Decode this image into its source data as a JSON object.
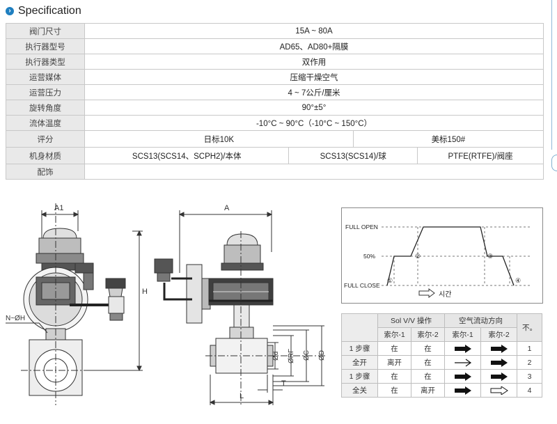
{
  "heading": {
    "title": "Specification",
    "bullet_icon": "chevron-right-icon",
    "accent": "#1f7fc0"
  },
  "spec": {
    "rows": [
      {
        "label": "阀门尺寸",
        "value": "15A ~ 80A"
      },
      {
        "label": "执行器型号",
        "value": "AD65、AD80+隔膜"
      },
      {
        "label": "执行器类型",
        "value": "双作用"
      },
      {
        "label": "运营媒体",
        "value": "压缩干燥空气"
      },
      {
        "label": "运营压力",
        "value": "4 ~ 7公斤/厘米"
      },
      {
        "label": "旋转角度",
        "value": "90°±5°"
      },
      {
        "label": "流体温度",
        "value": "-10°C ~ 90°C（-10°C ~ 150°C）"
      }
    ],
    "rating": {
      "label": "评分",
      "values": [
        "日标10K",
        "美标150#"
      ]
    },
    "material": {
      "label": "机身材质",
      "values": [
        "SCS13(SCS14、SCPH2)/本体",
        "SCS13(SCS14)/球",
        "PTFE(RTFE)/阀座"
      ]
    },
    "accessory": {
      "label": "配饰",
      "value": ""
    }
  },
  "drawing": {
    "labels": {
      "a1": "A1",
      "a": "A",
      "h": "H",
      "n_phi_h": "N~ØH",
      "phi_d": "Ød",
      "phi_rf": "ØRF",
      "phi_c": "ØC",
      "phi_D": "ØD",
      "t": "T",
      "l": "L"
    }
  },
  "timing": {
    "full_open": "FULL OPEN",
    "pct50": "50%",
    "full_close": "FULL CLOSE",
    "time_label": "시간",
    "markers": [
      "①",
      "②",
      "③",
      "④"
    ]
  },
  "ops": {
    "head": {
      "sol": "Sol V/V 操作",
      "air": "空气流动方向",
      "no": "不。"
    },
    "sub": [
      "索尔-1",
      "索尔-2",
      "索尔-1",
      "索尔-2"
    ],
    "rows": [
      {
        "step": "1 步骤",
        "sol1": "在",
        "sol2": "在",
        "air1": "solid-arrow-icon",
        "air2": "solid-arrow-icon",
        "no": "1"
      },
      {
        "step": "全开",
        "sol1": "离开",
        "sol2": "在",
        "air1": "thin-arrow-icon",
        "air2": "solid-arrow-icon",
        "no": "2"
      },
      {
        "step": "1 步骤",
        "sol1": "在",
        "sol2": "在",
        "air1": "solid-arrow-icon",
        "air2": "solid-arrow-icon",
        "no": "3"
      },
      {
        "step": "全关",
        "sol1": "在",
        "sol2": "离开",
        "air1": "solid-arrow-icon",
        "air2": "outline-arrow-icon",
        "no": "4"
      }
    ]
  }
}
